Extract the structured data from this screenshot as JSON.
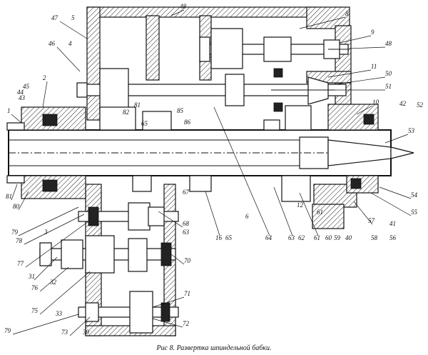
{
  "caption": "Рис 8. Развертка шпиндельной бабки.",
  "labels": {
    "l1": "1",
    "l2": "2",
    "l3": "3",
    "l4": "4",
    "l5": "5",
    "l6": "6",
    "l8": "8",
    "l9": "9",
    "l10": "10",
    "l11": "11",
    "l12": "12",
    "l16": "16",
    "l31": "31",
    "l32": "32",
    "l33": "33",
    "l39": "39",
    "l40": "40",
    "l41": "41",
    "l42": "42",
    "l43": "43",
    "l44": "44",
    "l45": "45",
    "l46": "46",
    "l47": "47",
    "l48a": "48",
    "l48b": "48",
    "l50": "50",
    "l51": "51",
    "l52": "52",
    "l53": "53",
    "l54": "54",
    "l55": "55",
    "l56": "56",
    "l57": "57",
    "l58": "58",
    "l59": "59",
    "l60": "60",
    "l61a": "61",
    "l61b": "61",
    "l62": "62",
    "l63a": "63",
    "l63b": "63",
    "l64": "64",
    "l65a": "65",
    "l65b": "65",
    "l67": "67",
    "l68": "68",
    "l70": "70",
    "l71": "71",
    "l72": "72",
    "l73": "73",
    "l75": "75",
    "l76": "76",
    "l77": "77",
    "l78": "78",
    "l79a": "79",
    "l79b": "79",
    "l80": "80",
    "l81a": "81",
    "l81b": "81",
    "l82": "82",
    "l85": "85",
    "l86": "86"
  }
}
